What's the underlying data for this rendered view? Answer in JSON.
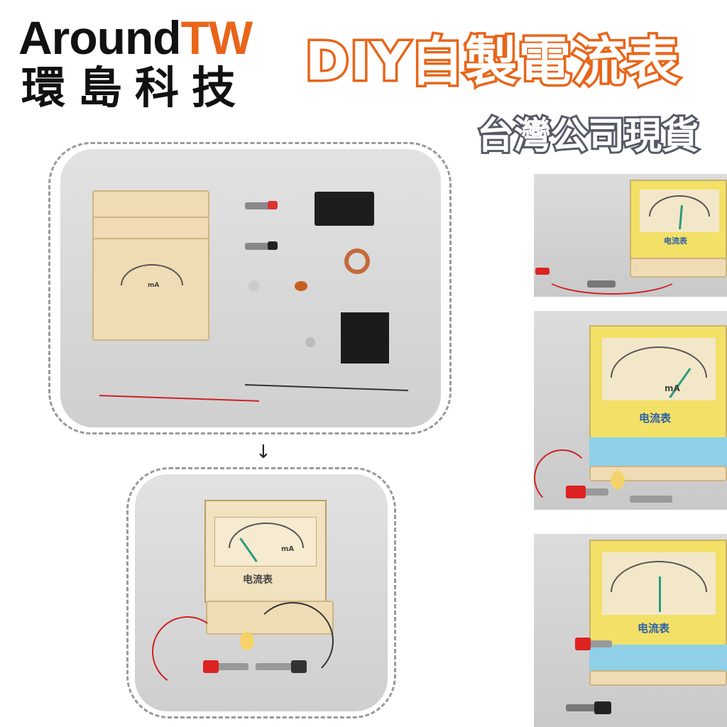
{
  "brand": {
    "name_en_1": "Around",
    "name_en_2": "TW",
    "name_zh": "環島科技",
    "accent": "#e8651a"
  },
  "headline": {
    "title": "DIY自製電流表",
    "subtitle": "台灣公司現貨"
  },
  "product": {
    "meter_label": "电流表",
    "unit": "mA"
  },
  "colors": {
    "background": "#ffffff",
    "photo_bg": "#d4d4d4",
    "frame_dash": "#9a9a9a",
    "subtitle_outline": "#555a66"
  }
}
